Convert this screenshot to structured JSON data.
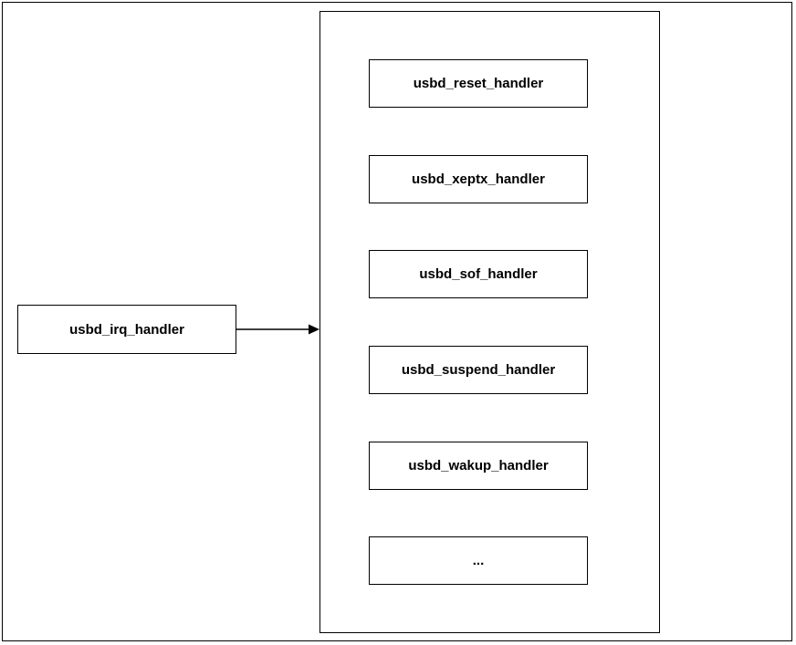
{
  "diagram": {
    "source": {
      "label": "usbd_irq_handler"
    },
    "handlers": [
      {
        "label": "usbd_reset_handler"
      },
      {
        "label": "usbd_xeptx_handler"
      },
      {
        "label": "usbd_sof_handler"
      },
      {
        "label": "usbd_suspend_handler"
      },
      {
        "label": "usbd_wakup_handler"
      },
      {
        "label": "..."
      }
    ],
    "colors": {
      "stroke": "#000000",
      "fill": "#ffffff"
    }
  }
}
